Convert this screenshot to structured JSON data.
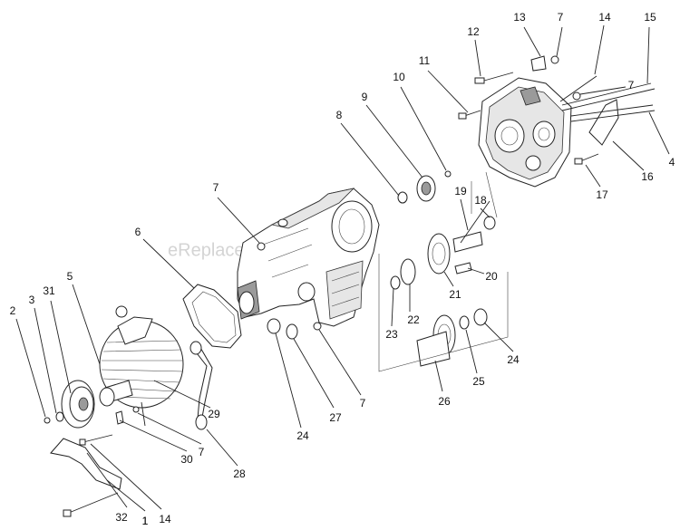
{
  "watermark": "eReplacementParts.com",
  "callouts": [
    "2",
    "3",
    "31",
    "5",
    "1",
    "6",
    "7",
    "8",
    "9",
    "10",
    "11",
    "12",
    "13",
    "7",
    "14",
    "15",
    "7",
    "4",
    "16",
    "17",
    "18",
    "19",
    "20",
    "21",
    "22",
    "23",
    "24",
    "24",
    "25",
    "26",
    "27",
    "7",
    "28",
    "29",
    "7",
    "30",
    "14",
    "32",
    "1"
  ]
}
